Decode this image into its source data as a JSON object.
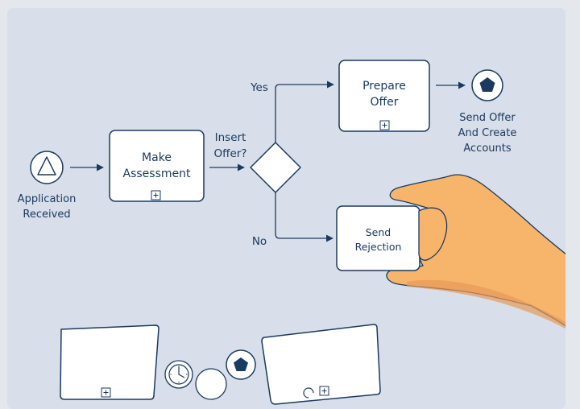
{
  "diagram": {
    "start_event": {
      "label": "Application\nReceived"
    },
    "task_assess": {
      "label": "Make\nAssessment"
    },
    "gateway": {
      "label": "Insert\nOffer?"
    },
    "branch_yes": {
      "label": "Yes"
    },
    "branch_no": {
      "label": "No"
    },
    "task_offer": {
      "label": "Prepare\nOffer"
    },
    "end_event": {
      "label": "Send Offer\nAnd Create\nAccounts"
    },
    "task_reject": {
      "label": "Send\nRejection"
    }
  },
  "colors": {
    "canvas": "#d8dfea",
    "outline": "#1b3a60",
    "box_fill": "#ffffff",
    "hand": "#f7b56b",
    "hand_outline": "#1b3a60"
  },
  "icons": [
    "triangle-icon",
    "pentagon-icon",
    "clock-icon",
    "loop-icon",
    "plus-icon"
  ]
}
